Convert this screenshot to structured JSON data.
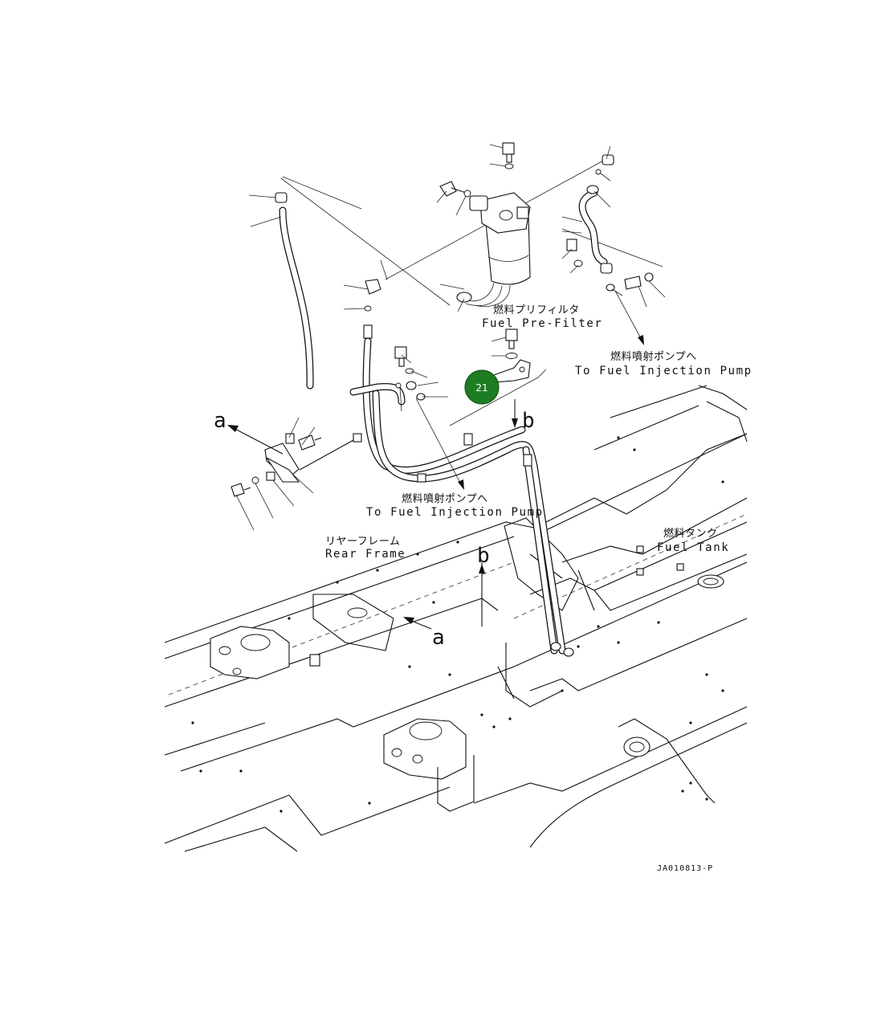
{
  "labels": {
    "prefilter_jp": "燃料プリフィルタ",
    "prefilter_en": "Fuel Pre-Filter",
    "pump_upper_jp": "燃料噴射ポンプへ",
    "pump_upper_en": "To Fuel Injection Pump",
    "pump_lower_jp": "燃料噴射ポンプへ",
    "pump_lower_en": "To Fuel Injection Pump",
    "rear_frame_jp": "リヤーフレーム",
    "rear_frame_en": "Rear Frame",
    "fuel_tank_jp": "燃料タンク",
    "fuel_tank_en": "Fuel Tank",
    "view_a_top": "a",
    "view_a_bottom": "a",
    "view_b_top": "b",
    "view_b_bottom": "b",
    "drawing_code": "JA010813-P"
  },
  "callouts": [
    {
      "number": "21",
      "color": "#1e7d23"
    }
  ]
}
